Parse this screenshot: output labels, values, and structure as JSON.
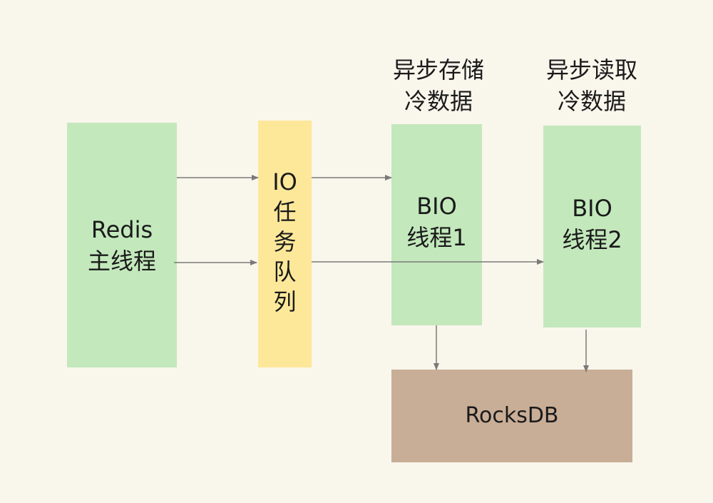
{
  "colors": {
    "background": "#f9f6ec",
    "thread_box": "#c3e8bc",
    "queue_box": "#fde89a",
    "storage_box": "#c9ae97",
    "arrow": "#7a7a7a"
  },
  "nodes": {
    "redis_main": {
      "line1": "Redis",
      "line2": "主线程"
    },
    "io_queue": {
      "chars": [
        "IO",
        "任",
        "务",
        "队",
        "列"
      ]
    },
    "bio1": {
      "line1": "BIO",
      "line2": "线程1"
    },
    "bio2": {
      "line1": "BIO",
      "line2": "线程2"
    },
    "rocksdb": {
      "label": "RocksDB"
    }
  },
  "labels": {
    "store_cold": {
      "line1": "异步存储",
      "line2": "冷数据"
    },
    "read_cold": {
      "line1": "异步读取",
      "line2": "冷数据"
    }
  },
  "edges": [
    {
      "from": "Redis 主线程",
      "to": "IO 任务队列"
    },
    {
      "from": "Redis 主线程",
      "to": "IO 任务队列"
    },
    {
      "from": "IO 任务队列",
      "to": "BIO 线程1"
    },
    {
      "from": "IO 任务队列",
      "to": "BIO 线程2"
    },
    {
      "from": "BIO 线程1",
      "to": "RocksDB"
    },
    {
      "from": "BIO 线程2",
      "to": "RocksDB"
    }
  ]
}
